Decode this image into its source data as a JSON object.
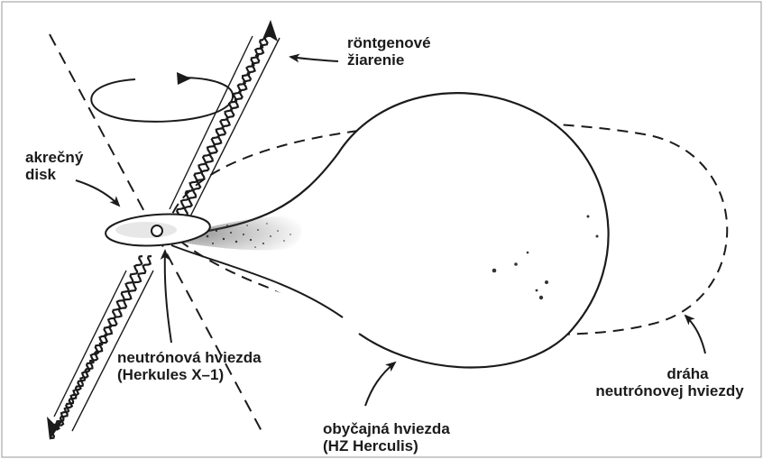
{
  "labels": {
    "xray": [
      "röntgenové",
      "žiarenie"
    ],
    "accretion_disk": [
      "akrečný",
      "disk"
    ],
    "neutron_star": [
      "neutrónová hviezda",
      "(Herkules X–1)"
    ],
    "normal_star": [
      "obyčajná hviezda",
      "(HZ Herculis)"
    ],
    "orbit": [
      "dráha",
      "neutrónovej hviezdy"
    ]
  },
  "colors": {
    "ink": "#1b1b1b",
    "paper": "#ffffff"
  }
}
